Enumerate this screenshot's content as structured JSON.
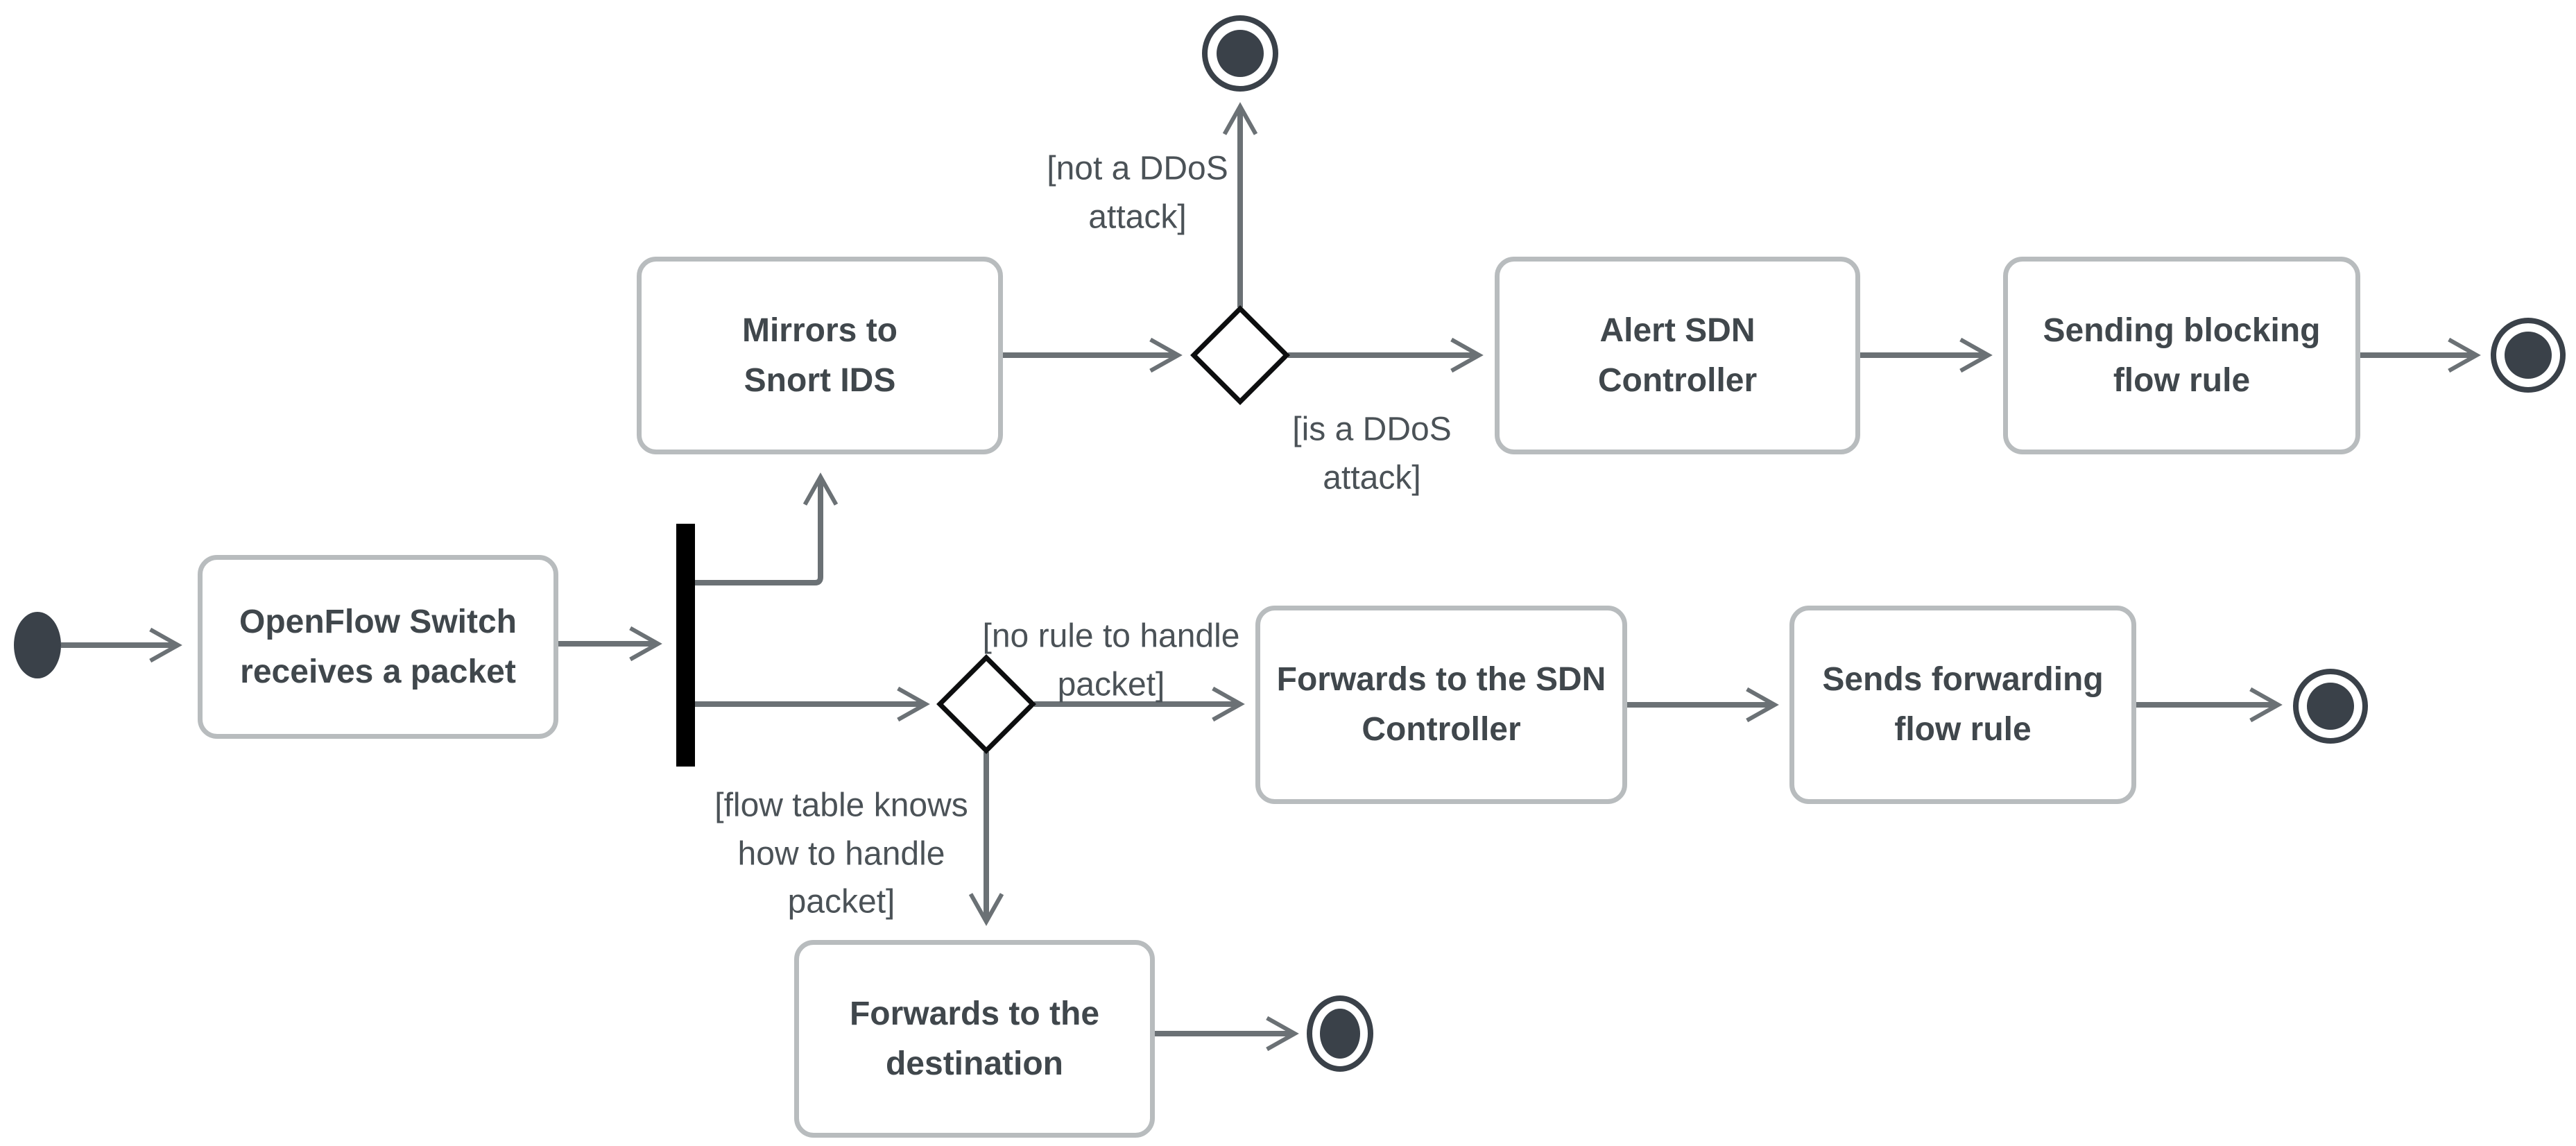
{
  "nodes": {
    "openflow": {
      "label": "OpenFlow Switch\nreceives a packet"
    },
    "mirrors": {
      "label": "Mirrors to\nSnort IDS"
    },
    "alert": {
      "label": "Alert SDN\nController"
    },
    "sending_blocking": {
      "label": "Sending blocking\nflow rule"
    },
    "forwards_sdn": {
      "label": "Forwards to the SDN\nController"
    },
    "sends_forwarding": {
      "label": "Sends forwarding\nflow rule"
    },
    "forwards_dest": {
      "label": "Forwards to the\ndestination"
    }
  },
  "guards": {
    "not_ddos": "[not a DDoS\nattack]",
    "is_ddos": "[is a DDoS\nattack]",
    "no_rule": "[no rule to handle\npacket]",
    "flow_table": "[flow table knows\nhow to handle\npacket]"
  },
  "colors": {
    "background": "#ffffff",
    "node_fill": "#ffffff",
    "node_border": "#b8bcbe",
    "node_text": "#40474c",
    "guard_text": "#4b5257",
    "connector": "#6b7175",
    "decision_border": "#0d0e0f",
    "terminal": "#3a4149",
    "fork": "#000000"
  }
}
